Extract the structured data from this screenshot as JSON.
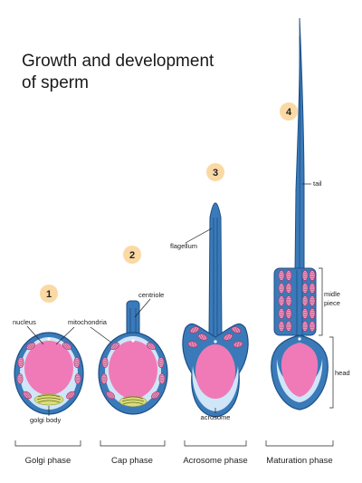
{
  "title": [
    "Growth and development",
    "of sperm"
  ],
  "colors": {
    "body_blue": "#3a7ab8",
    "dark_blue": "#1d4f86",
    "nucleus_pink": "#f07ab7",
    "acrosome_light": "#cfe6f8",
    "mitochondria_pink": "#e9a9cd",
    "mitochondria_dark": "#b4376f",
    "golgi_yellow": "#d8dc7a",
    "badge_orange": "#fbd9a4"
  },
  "stages": [
    {
      "number": "1",
      "phase": "Golgi phase"
    },
    {
      "number": "2",
      "phase": "Cap phase"
    },
    {
      "number": "3",
      "phase": "Acrosome phase"
    },
    {
      "number": "4",
      "phase": "Maturation phase"
    }
  ],
  "labels": {
    "nucleus": "nucleus",
    "mitochondria": "mitochondria",
    "golgi_body": "golgi body",
    "centriole": "centriole",
    "flagellum": "flagellum",
    "acrosome": "acrosome",
    "tail": "tail",
    "midle_piece_1": "midle",
    "midle_piece_2": "piece",
    "head": "head"
  }
}
